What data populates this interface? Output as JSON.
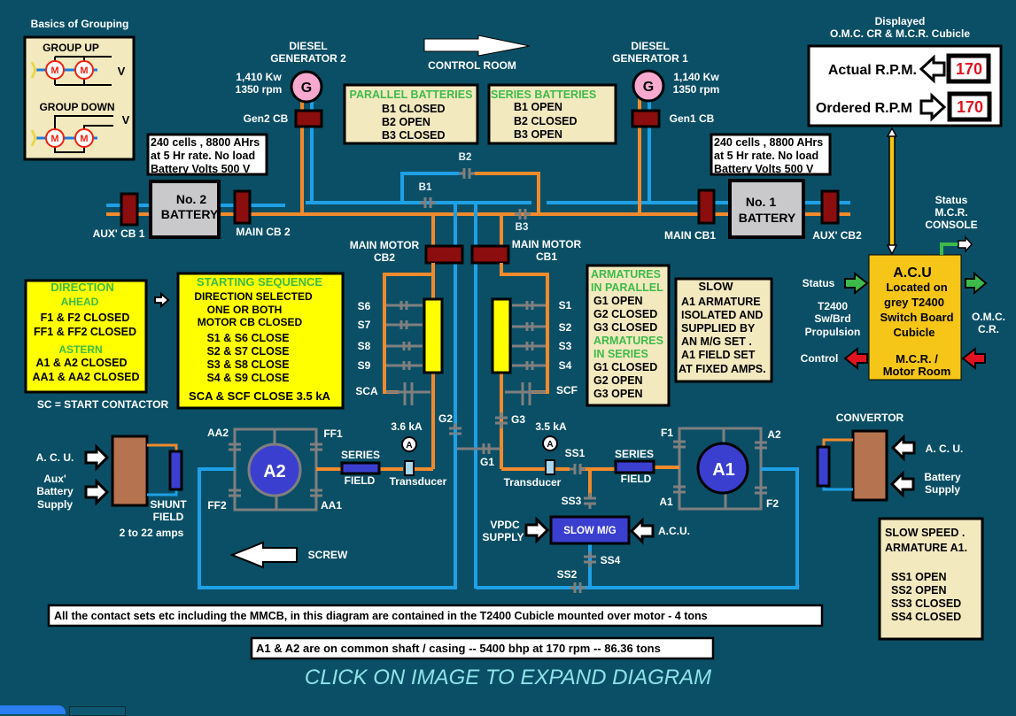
{
  "colors": {
    "background": "#0b4f66",
    "negative_bus": "#1ea0e6",
    "positive_bus": "#f08a2c",
    "breaker": "#8b0d0d",
    "acu": "#f5c518",
    "field_coil": "#3b3fcf",
    "rpm_value": "#e0141e",
    "expand_link": "#8ee3ea"
  },
  "grouping": {
    "title": "Basics of Grouping",
    "group_up": "GROUP UP",
    "group_down": "GROUP DOWN",
    "motor": "M",
    "volts": "V"
  },
  "gen2": {
    "title_1": "DIESEL",
    "title_2": "GENERATOR 2",
    "power": "1,410 Kw",
    "rpm": "1350 rpm",
    "symbol": "G",
    "cb": "Gen2 CB"
  },
  "gen1": {
    "title_1": "DIESEL",
    "title_2": "GENERATOR 1",
    "power": "1,140 Kw",
    "rpm": "1350 rpm",
    "symbol": "G",
    "cb": "Gen1 CB"
  },
  "control_room": "CONTROL ROOM",
  "parallel_batteries": {
    "title": "PARALLEL BATTERIES",
    "lines": [
      "B1 CLOSED",
      "B2 OPEN",
      "B3 CLOSED"
    ]
  },
  "series_batteries": {
    "title": "SERIES BATTERIES",
    "lines": [
      "B1 OPEN",
      "B2 CLOSED",
      "B3 OPEN"
    ]
  },
  "rpm_display": {
    "caption_1": "Displayed",
    "caption_2": "O.M.C. CR & M.C.R. Cubicle",
    "actual_label": "Actual R.P.M.",
    "actual_value": "170",
    "ordered_label": "Ordered R.P.M",
    "ordered_value": "170"
  },
  "battery2": {
    "spec": [
      "240 cells , 8800 AHrs",
      "at 5 Hr rate.  No load",
      "Battery Volts 500 V"
    ],
    "name_1": "No. 2",
    "name_2": "BATTERY",
    "aux_cb": "AUX' CB 1",
    "main_cb": "MAIN CB 2"
  },
  "battery1": {
    "spec": [
      "240 cells , 8800 AHrs",
      "at 5 Hr rate.  No load",
      "Battery Volts 500 V"
    ],
    "name_1": "No. 1",
    "name_2": "BATTERY",
    "aux_cb": "AUX' CB2",
    "main_cb": "MAIN CB1"
  },
  "bus_contacts": {
    "b1": "B1",
    "b2": "B2",
    "b3": "B3"
  },
  "main_motor_cb2": [
    "MAIN MOTOR",
    "CB2"
  ],
  "main_motor_cb1": [
    "MAIN MOTOR",
    "CB1"
  ],
  "start_contacts_left": [
    "S6",
    "S7",
    "S8",
    "S9",
    "SCA"
  ],
  "start_contacts_right": [
    "S1",
    "S2",
    "S3",
    "S4",
    "SCF"
  ],
  "direction": {
    "title": "DIRECTION",
    "ahead": "AHEAD",
    "ahead_lines": [
      "F1 & F2   CLOSED",
      "FF1 & FF2  CLOSED"
    ],
    "astern": "ASTERN",
    "astern_lines": [
      "A1 & A2 CLOSED",
      "AA1 & AA2 CLOSED"
    ]
  },
  "sc_note": "SC = START CONTACTOR",
  "starting_sequence": {
    "title": "STARTING SEQUENCE",
    "lines": [
      "DIRECTION SELECTED",
      "ONE OR BOTH",
      "MOTOR CB CLOSED",
      "S1 & S6 CLOSE",
      "S2 & S7 CLOSE",
      "S3 & S8 CLOSE",
      "S4 & S9 CLOSE"
    ],
    "final": "SCA & SCF CLOSE 3.5 kA"
  },
  "armatures": {
    "parallel_title_1": "ARMATURES",
    "parallel_title_2": "IN PARALLEL",
    "parallel_lines": [
      "G1 OPEN",
      "G2 CLOSED",
      "G3 CLOSED"
    ],
    "series_title_1": "ARMATURES",
    "series_title_2": "IN SERIES",
    "series_lines": [
      "G1 CLOSED",
      "G2 OPEN",
      "G3 OPEN"
    ]
  },
  "slow": {
    "title": "SLOW",
    "lines": [
      "A1 ARMATURE",
      "ISOLATED AND",
      "SUPPLIED BY",
      "AN M/G SET .",
      "A1  FIELD SET",
      "AT FIXED AMPS."
    ]
  },
  "acu": {
    "title": "A.C.U",
    "lines": [
      "Located on",
      "grey T2400",
      "Switch Board",
      "Cubicle"
    ],
    "bottom_1": "M.C.R. /",
    "bottom_2": "Motor Room",
    "status_in": "Status",
    "propulsion": [
      "T2400",
      "Sw/Brd",
      "Propulsion"
    ],
    "control": "Control",
    "status_out": [
      "Status",
      "M.C.R.",
      "CONSOLE"
    ],
    "omc": [
      "O.M.C.",
      "C.R."
    ]
  },
  "g_contacts": {
    "g1": "G1",
    "g2": "G2",
    "g3": "G3"
  },
  "motor_a2": {
    "name": "A2",
    "aa2": "AA2",
    "ff1": "FF1",
    "ff2": "FF2",
    "aa1": "AA1",
    "series_1": "SERIES",
    "series_2": "FIELD",
    "current": "3.6 kA",
    "ammeter": "A",
    "transducer": "Transducer"
  },
  "motor_a1": {
    "name": "A1",
    "f1": "F1",
    "a2": "A2",
    "a1": "A1",
    "f2": "F2",
    "series_1": "SERIES",
    "series_2": "FIELD",
    "current": "3.5 kA",
    "ammeter": "A",
    "transducer": "Transducer"
  },
  "shunt_left": {
    "acu": "A. C. U.",
    "aux": [
      "Aux'",
      "Battery",
      "Supply"
    ],
    "label_1": "SHUNT",
    "label_2": "FIELD",
    "range": "2 to 22 amps"
  },
  "convertor": {
    "title": "CONVERTOR",
    "acu": "A. C. U.",
    "battery": [
      "Battery",
      "Supply"
    ]
  },
  "screw": "SCREW",
  "slow_mg": {
    "label": "SLOW M/G",
    "vpdc": [
      "VPDC",
      "SUPPLY"
    ],
    "acu": "A.C.U.",
    "ss1": "SS1",
    "ss2": "SS2",
    "ss3": "SS3",
    "ss4": "SS4"
  },
  "slow_speed": {
    "title_1": "SLOW SPEED .",
    "title_2": "ARMATURE A1.",
    "lines": [
      "SS1  OPEN",
      "SS2  OPEN",
      "SS3  CLOSED",
      "SS4  CLOSED"
    ]
  },
  "footer": {
    "note_1": "All the contact sets etc including the MMCB, in this diagram are contained in the T2400 Cubicle mounted over motor - 4 tons",
    "note_2": "A1 & A2 are on common shaft / casing -- 5400 bhp at 170 rpm -- 86.36 tons",
    "expand": "CLICK ON IMAGE TO EXPAND DIAGRAM"
  }
}
